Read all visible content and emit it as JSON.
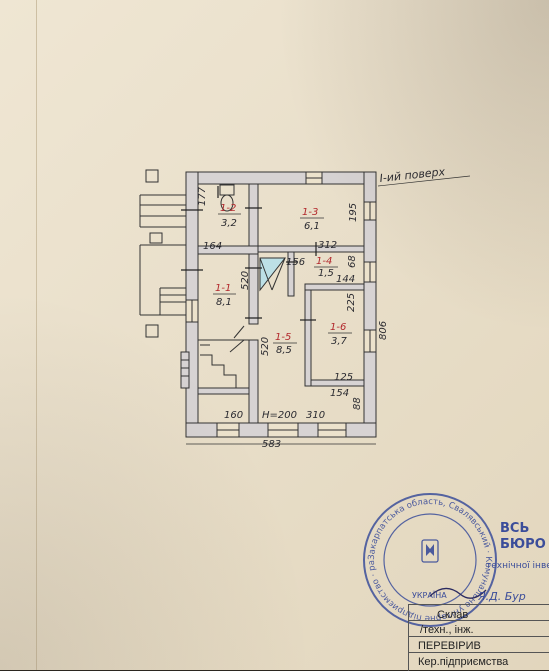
{
  "floor_label": "І-ий поверх",
  "dimensions": {
    "total_width": "583",
    "total_height": "806",
    "ceiling_height": "Н=200",
    "bottom_left": "160",
    "bottom_right": "310",
    "left_mid": "520",
    "center_mid": "520",
    "d_164": "164",
    "d_312": "312",
    "d_177": "177",
    "d_195": "195",
    "d_156": "156",
    "d_68": "68",
    "d_144": "144",
    "d_225": "225",
    "d_125": "125",
    "d_154": "154",
    "d_88": "88"
  },
  "rooms": [
    {
      "id": "1-1",
      "area": "8,1"
    },
    {
      "id": "1-2",
      "area": "3,2"
    },
    {
      "id": "1-3",
      "area": "6,1"
    },
    {
      "id": "1-4",
      "area": "1,5"
    },
    {
      "id": "1-5",
      "area": "8,5"
    },
    {
      "id": "1-6",
      "area": "3,7"
    }
  ],
  "stamp": {
    "ring_text": "Закарпатська область, Свалявський · Комунальне унітарне підприємство · районне бюро технічної інвентаризації",
    "right_text_1": "ВСЬ",
    "right_text_2": "БЮРО",
    "right_text_3": "технічної інвентаризації",
    "center_text": "УКРАЇНА",
    "signature": "Я.Д. Бур"
  },
  "table": {
    "row1": "Склав",
    "row2": "/техн., інж.",
    "row3": "ПЕРЕВІРИВ",
    "row4": "Кер.підприємства"
  },
  "colors": {
    "paper": "#ece2cc",
    "ink": "#2a2a30",
    "room_numbers": "#b2282c",
    "stamp": "#3b4d9a"
  }
}
